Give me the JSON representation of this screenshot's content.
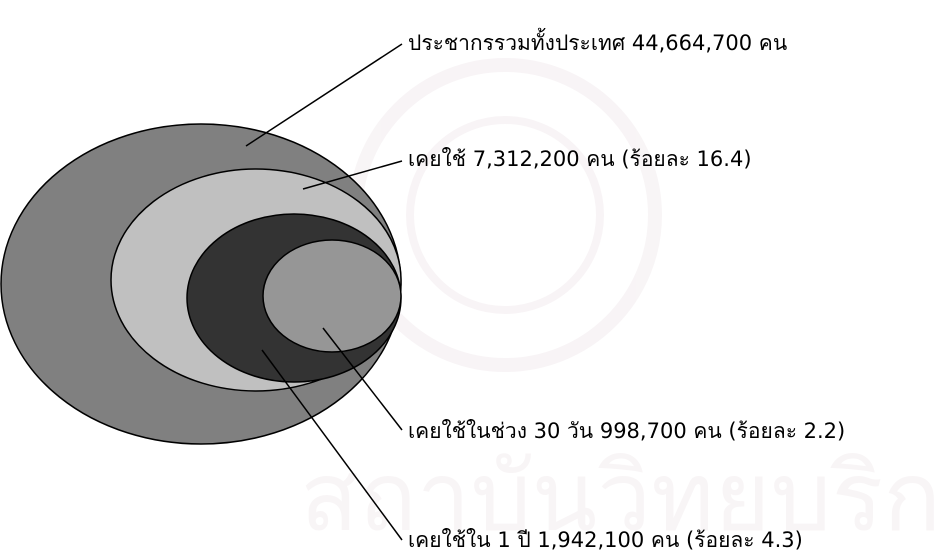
{
  "labels": {
    "total": "ประชากรรวมทั้งประเทศ 44,664,700 คน",
    "ever_used": "เคยใช้ 7,312,200 คน (ร้อยละ 16.4)",
    "used_30_days": "เคยใช้ในช่วง 30 วัน 998,700 คน (ร้อยละ 2.2)",
    "used_1_year": "เคยใช้ใน 1 ปี 1,942,100 คน (ร้อยละ 4.3)"
  },
  "watermark": {
    "text": "สถาบันวิทยบริการ"
  },
  "colors": {
    "total": "#808080",
    "ever_used": "#c0c0c0",
    "used_1_year": "#333333",
    "used_30_days": "#969696",
    "outline": "#000000"
  }
}
